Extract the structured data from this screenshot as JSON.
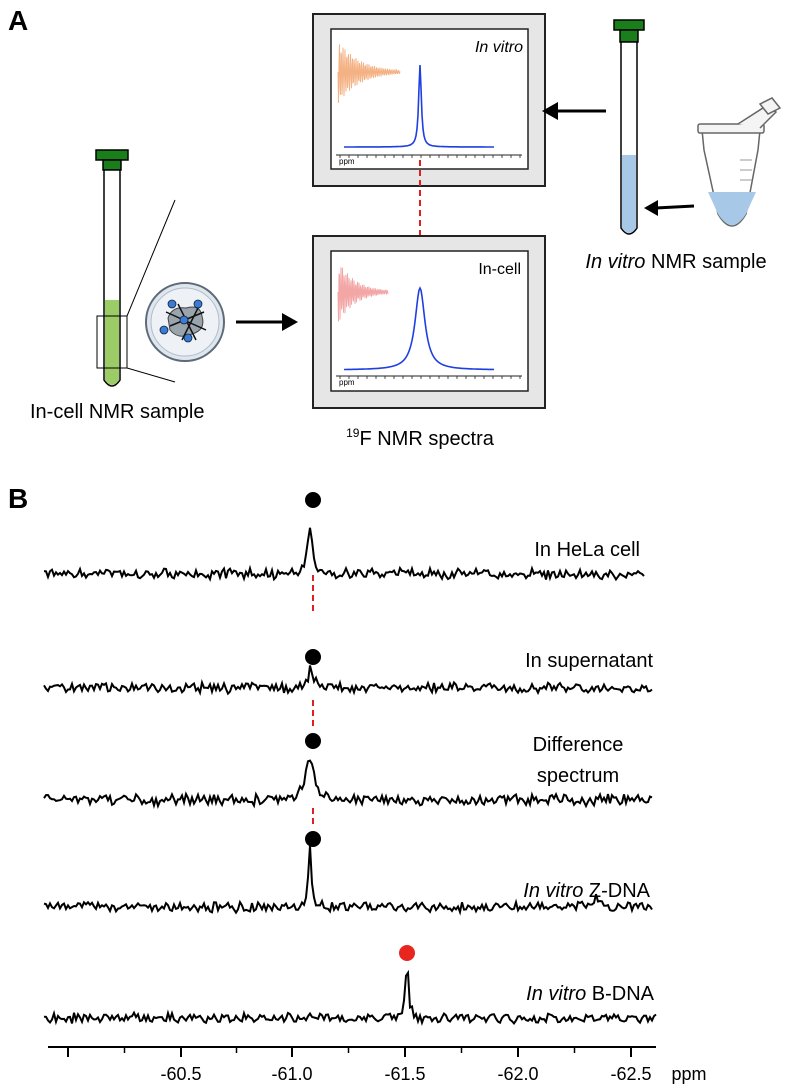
{
  "panel_a": {
    "label": "A",
    "in_vitro_tag": "In vitro",
    "in_cell_tag": "In-cell",
    "ppm_tag": "ppm",
    "in_vitro_caption_italic": "In vitro",
    "in_vitro_caption_rest": " NMR sample",
    "in_cell_caption": "In-cell  NMR sample",
    "spectra_caption_sup": "19",
    "spectra_caption_rest": "F NMR spectra",
    "colors": {
      "tube_cap": "#1a7f1a",
      "in_cell_fill": "#9ccc65",
      "in_vitro_fill": "#a8c8e8",
      "fid_in_vitro": "#f4b183",
      "fid_in_cell": "#f2a6a6",
      "spectrum": "#1f3fe0",
      "dashed": "#e02020"
    }
  },
  "panel_b": {
    "label": "B",
    "traces": [
      {
        "label": "In HeLa cell",
        "marker_color": "#000000"
      },
      {
        "label": "In supernatant",
        "marker_color": "#000000"
      },
      {
        "label_line1": "Difference",
        "label_line2": "spectrum",
        "marker_color": "#000000"
      },
      {
        "label_italic": "In vitro",
        "label_rest": " Z-DNA",
        "marker_color": "#000000"
      },
      {
        "label_italic": "In vitro",
        "label_rest": " B-DNA",
        "marker_color": "#e8261f"
      }
    ],
    "axis": {
      "ticks": [
        "-60.5",
        "-61.0",
        "-61.5",
        "-62.0",
        "-62.5"
      ],
      "unit": "ppm"
    }
  }
}
